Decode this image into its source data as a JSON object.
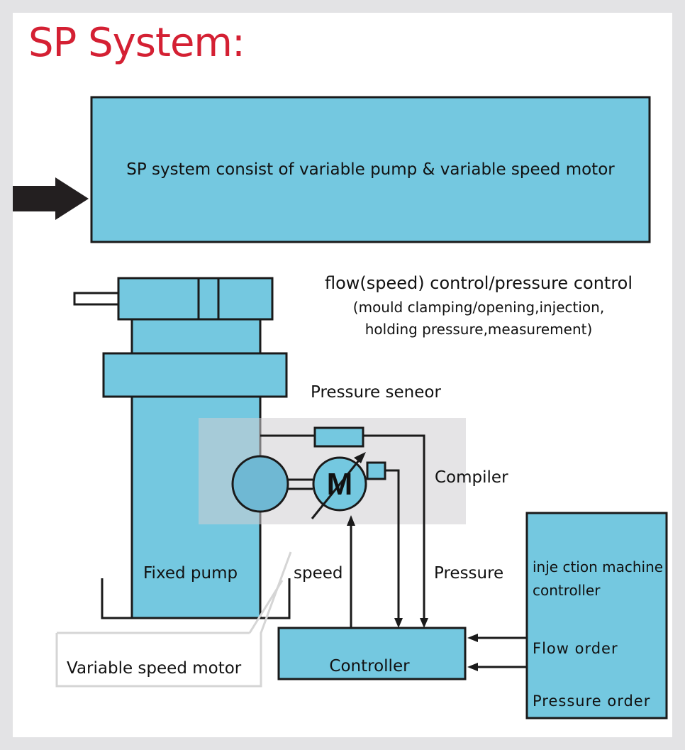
{
  "title": "SP System:",
  "description": "SP system consist of variable pump & variable speed motor",
  "control": {
    "line1": "flow(speed) control/pressure control",
    "line2": "(mould clamping/opening,injection,",
    "line3": "holding pressure,measurement)"
  },
  "labels": {
    "pressure_sensor": "Pressure seneor",
    "compiler": "Compiler",
    "motor_symbol": "M",
    "fixed_pump": "Fixed pump",
    "speed": "speed",
    "pressure": "Pressure",
    "variable_speed_motor": "Variable speed motor",
    "controller": "Controller"
  },
  "machine_controller": {
    "line1": "inje ction machine",
    "line2": "controller",
    "flow_order": "Flow order",
    "pressure_order": "Pressure order"
  },
  "colors": {
    "title": "#d42033",
    "box_fill": "#74c8e0",
    "overlay": "#d9d7da",
    "background": "#e3e3e5"
  }
}
